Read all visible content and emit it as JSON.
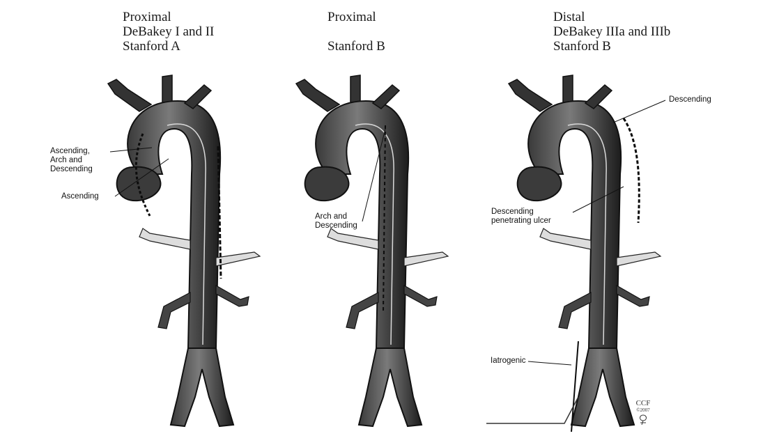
{
  "panels": [
    {
      "heading": [
        "Proximal",
        "DeBakey I and II",
        "Stanford A"
      ],
      "labels": [
        "Ascending,\nArch and\nDescending",
        "Ascending"
      ]
    },
    {
      "heading": [
        "Proximal",
        "",
        "Stanford B"
      ],
      "labels": [
        "Arch and\nDescending"
      ]
    },
    {
      "heading": [
        "Distal",
        "DeBakey IIIa and IIIb",
        "Stanford B"
      ],
      "labels": [
        "Descending",
        "Descending\npenetrating ulcer",
        "Iatrogenic"
      ]
    }
  ],
  "credit": {
    "org": "CCF",
    "year": "©2007"
  },
  "colors": {
    "vessel": "#2b2b2b",
    "vessel_light": "#6a6a6a",
    "outline": "#111111",
    "background": "#ffffff"
  }
}
